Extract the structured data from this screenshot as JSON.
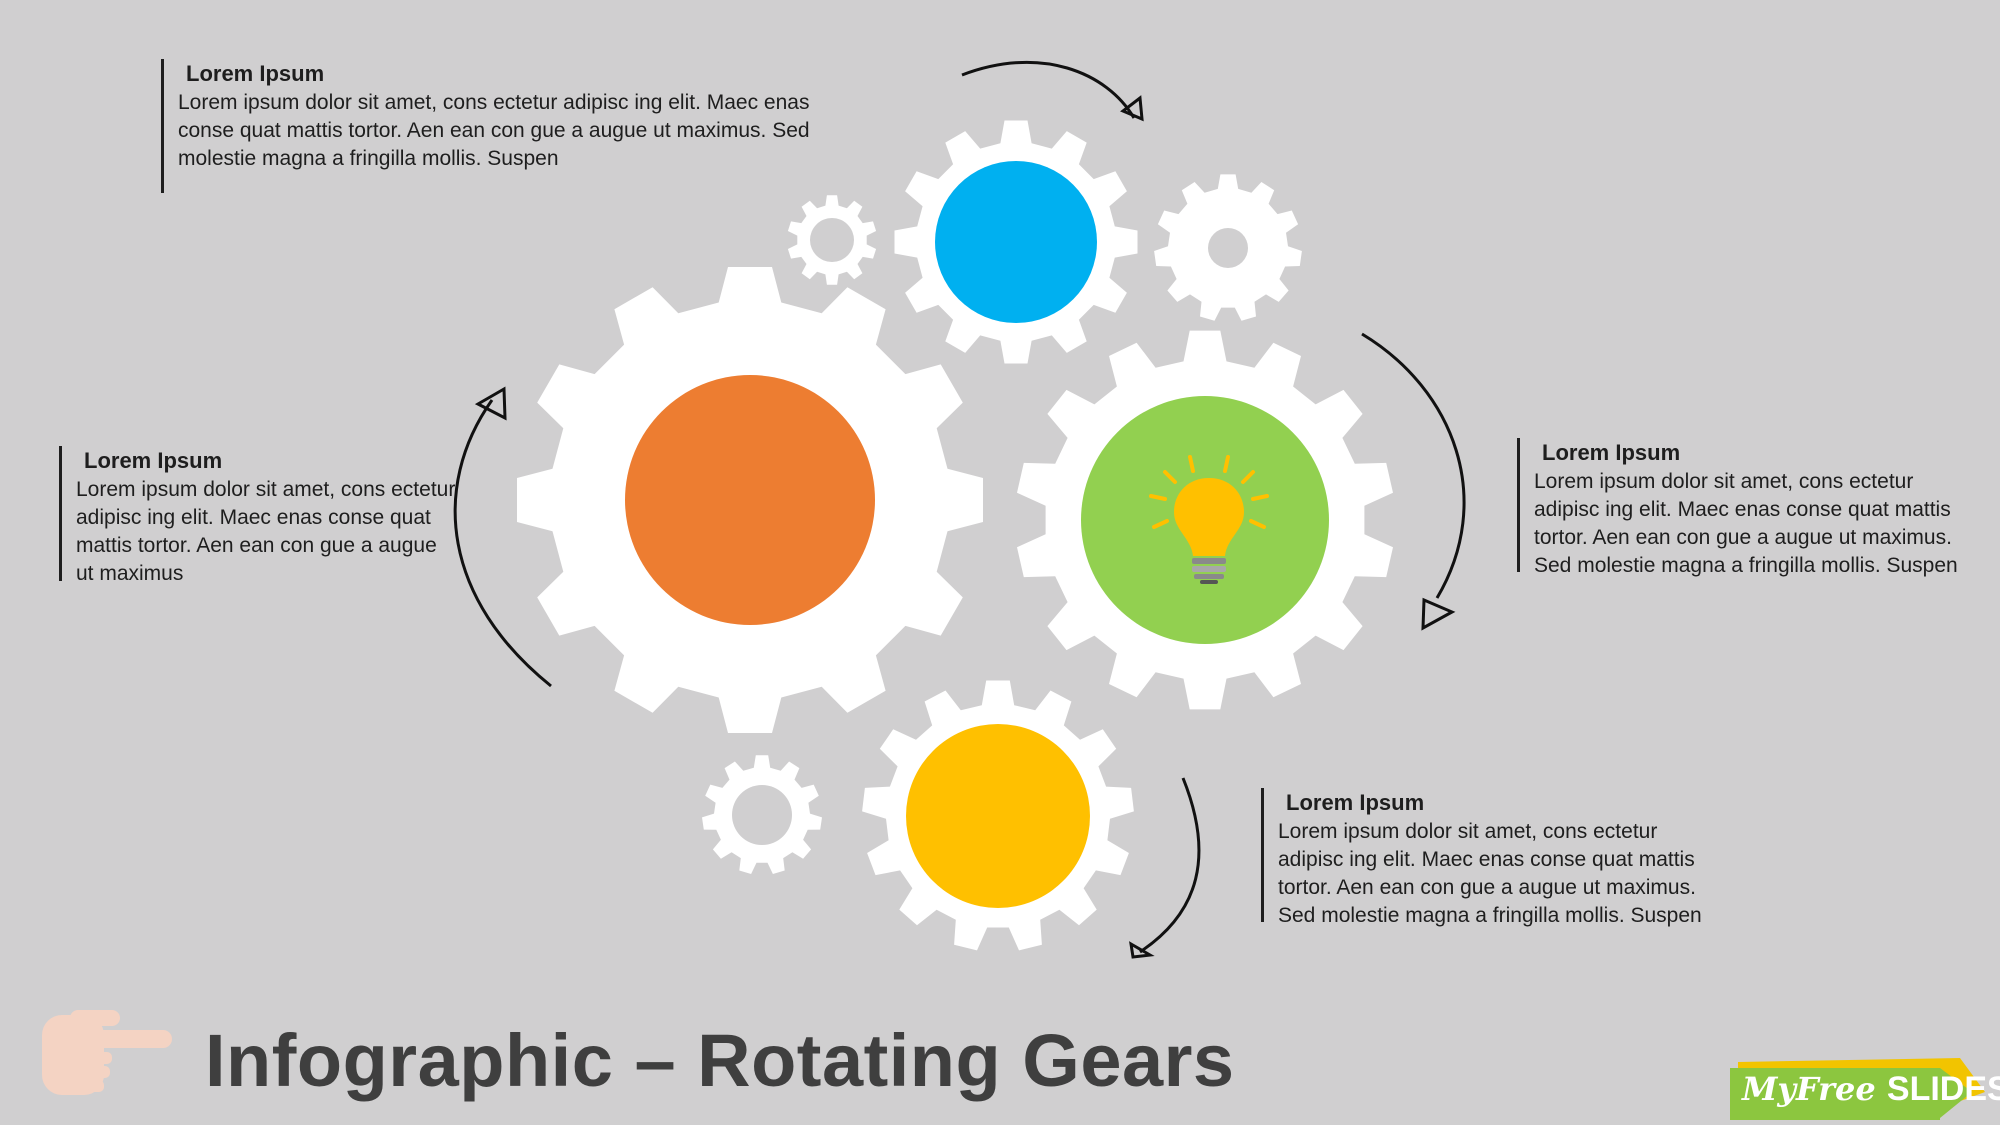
{
  "slide": {
    "title": "Infographic – Rotating Gears",
    "blocks": [
      {
        "heading": "Lorem Ipsum",
        "body": "Lorem ipsum dolor sit amet, cons ectetur adipisc ing elit. Maec enas conse quat mattis tortor. Aen ean con gue a augue ut maximus. Sed molestie magna a fringilla mollis. Suspen"
      },
      {
        "heading": "Lorem Ipsum",
        "body": "Lorem ipsum dolor sit amet, cons ectetur adipisc ing elit. Maec enas conse quat mattis tortor. Aen ean con gue a augue ut maximus"
      },
      {
        "heading": "Lorem Ipsum",
        "body": "Lorem ipsum dolor sit amet, cons ectetur adipisc ing elit. Maec enas conse quat mattis tortor. Aen ean con gue a augue ut maximus. Sed molestie magna a fringilla mollis. Suspen"
      },
      {
        "heading": "Lorem Ipsum",
        "body": "Lorem ipsum dolor sit amet, cons ectetur adipisc ing elit. Maec enas conse quat mattis tortor. Aen ean con gue a augue ut maximus. Sed molestie magna a fringilla mollis. Suspen"
      }
    ]
  },
  "logo": {
    "left_word": "MyFree",
    "right_word": "SLIDES"
  },
  "colors": {
    "background": "#d0cfd0",
    "gear": "#ffffff",
    "orange": "#ed7d31",
    "blue": "#00b0f0",
    "green": "#92d050",
    "yellow": "#ffc000",
    "bulb": "#ffc000",
    "hand": "#f4d3c3",
    "title": "#3f3f3f",
    "logo_green": "#8cc63f",
    "logo_yellow": "#f2c400"
  },
  "icons": [
    "hand-pointer-icon",
    "lightbulb-icon",
    "gear-icon",
    "curved-arrow-icon"
  ]
}
